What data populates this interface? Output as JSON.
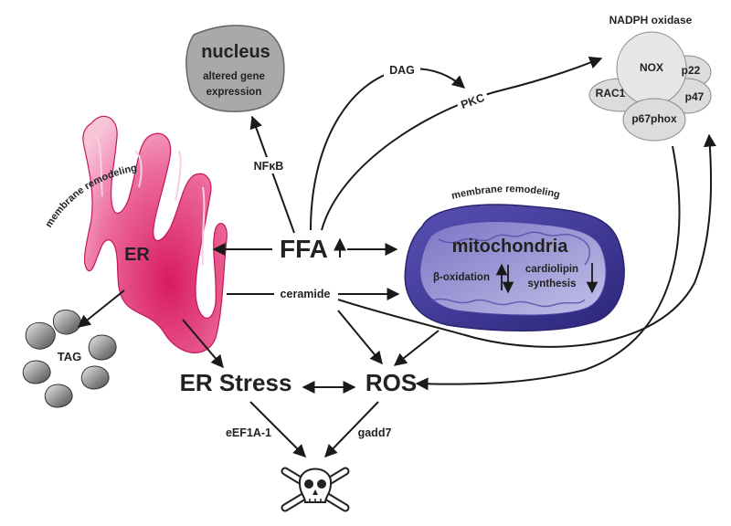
{
  "nodes": {
    "nucleus": {
      "title": "nucleus",
      "line1": "altered gene",
      "line2": "expression"
    },
    "nadph": {
      "title": "NADPH oxidase",
      "nox": "NOX",
      "p22": "p22",
      "rac1": "RAC1",
      "p47": "p47",
      "p67": "p67phox"
    },
    "er": {
      "label": "ER",
      "caption": "membrane remodeling"
    },
    "mito": {
      "label": "mitochondria",
      "caption": "membrane remodeling",
      "beta": "β-oxidation",
      "cardio1": "cardiolipin",
      "cardio2": "synthesis"
    },
    "ffa": "FFA",
    "tag": "TAG",
    "er_stress": "ER Stress",
    "ros": "ROS"
  },
  "edges": {
    "nfkb": "NFκB",
    "dag": "DAG",
    "pkc": "PKC",
    "ceramide": "ceramide",
    "eef": "eEF1A-1",
    "gadd": "gadd7"
  },
  "colors": {
    "er_pink": "#e0417f",
    "er_light": "#f5b3cd",
    "mito_outer": "#3b3596",
    "mito_inner": "#8b86c9",
    "nucleus_gray": "#a9a9a9",
    "nadph_gray": "#e0e0e0",
    "arrow": "#1a1a1a"
  }
}
